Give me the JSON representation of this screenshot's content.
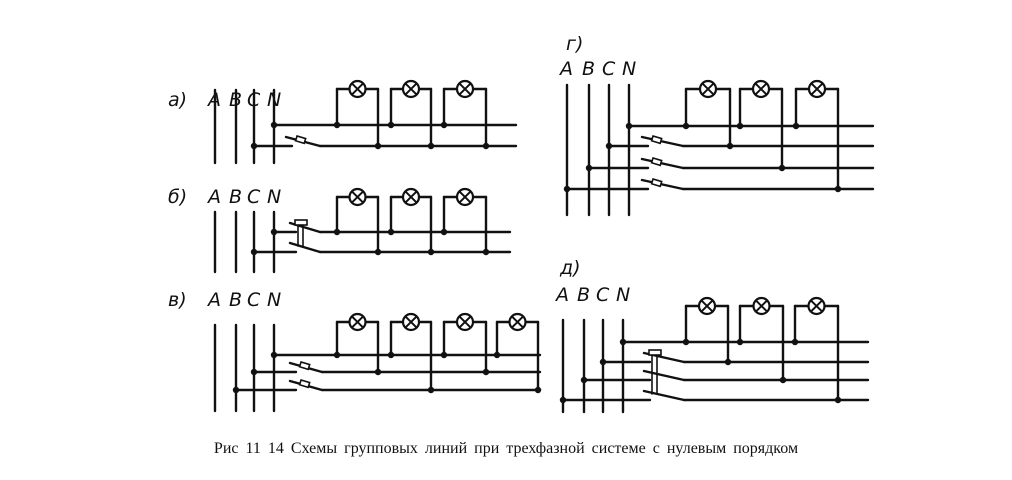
{
  "caption": "Рис 11 14 Схемы групповых линий при трехфазной системе с нулевым порядком",
  "bus_letters": [
    "A",
    "B",
    "C",
    "N"
  ],
  "colors": {
    "ink": "#111111",
    "background": "#ffffff"
  },
  "panels": [
    {
      "id": "a",
      "label": "а)",
      "switch": "single",
      "phase_lines": [
        "C"
      ],
      "lamps": [
        {
          "phase": "C"
        },
        {
          "phase": "C"
        },
        {
          "phase": "C"
        }
      ]
    },
    {
      "id": "b",
      "label": "б)",
      "switch": "ganged-with-neutral",
      "phase_lines": [
        "C"
      ],
      "lamps": [
        {
          "phase": "C"
        },
        {
          "phase": "C"
        },
        {
          "phase": "C"
        }
      ]
    },
    {
      "id": "v",
      "label": "в)",
      "switch": "single",
      "phase_lines": [
        "C",
        "B"
      ],
      "lamps": [
        {
          "phase": "C"
        },
        {
          "phase": "B"
        },
        {
          "phase": "C"
        },
        {
          "phase": "B"
        }
      ]
    },
    {
      "id": "g",
      "label": "г)",
      "switch": "single",
      "phase_lines": [
        "C",
        "B",
        "A"
      ],
      "lamps": [
        {
          "phase": "C"
        },
        {
          "phase": "B"
        },
        {
          "phase": "A"
        }
      ]
    },
    {
      "id": "d",
      "label": "д)",
      "switch": "ganged",
      "phase_lines": [
        "C",
        "B",
        "A"
      ],
      "lamps": [
        {
          "phase": "C"
        },
        {
          "phase": "B"
        },
        {
          "phase": "A"
        }
      ]
    }
  ]
}
